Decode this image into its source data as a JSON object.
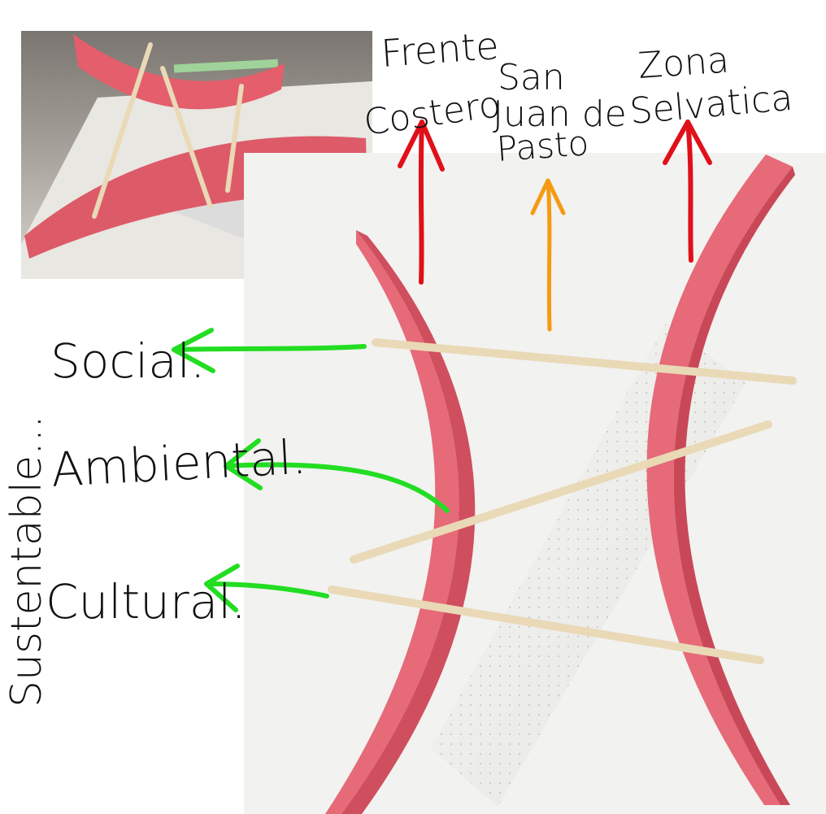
{
  "labels": {
    "frente": "Frente",
    "costero": "Costero",
    "san": "San",
    "juan_de": "Juan de",
    "pasto": "Pasto",
    "zona": "Zona",
    "selvatica": "Selvatica",
    "social": "Social.",
    "ambiental": "Ambiental.",
    "cultural": "Cultural.",
    "sustentable": "Sustentable..."
  },
  "colors": {
    "red_arrow": "#e0101a",
    "orange_arrow": "#f59a12",
    "green_arrow": "#22dd22",
    "model_pink": "#e66a78",
    "stick": "#e9d9b6",
    "board": "#f1f1ef"
  }
}
